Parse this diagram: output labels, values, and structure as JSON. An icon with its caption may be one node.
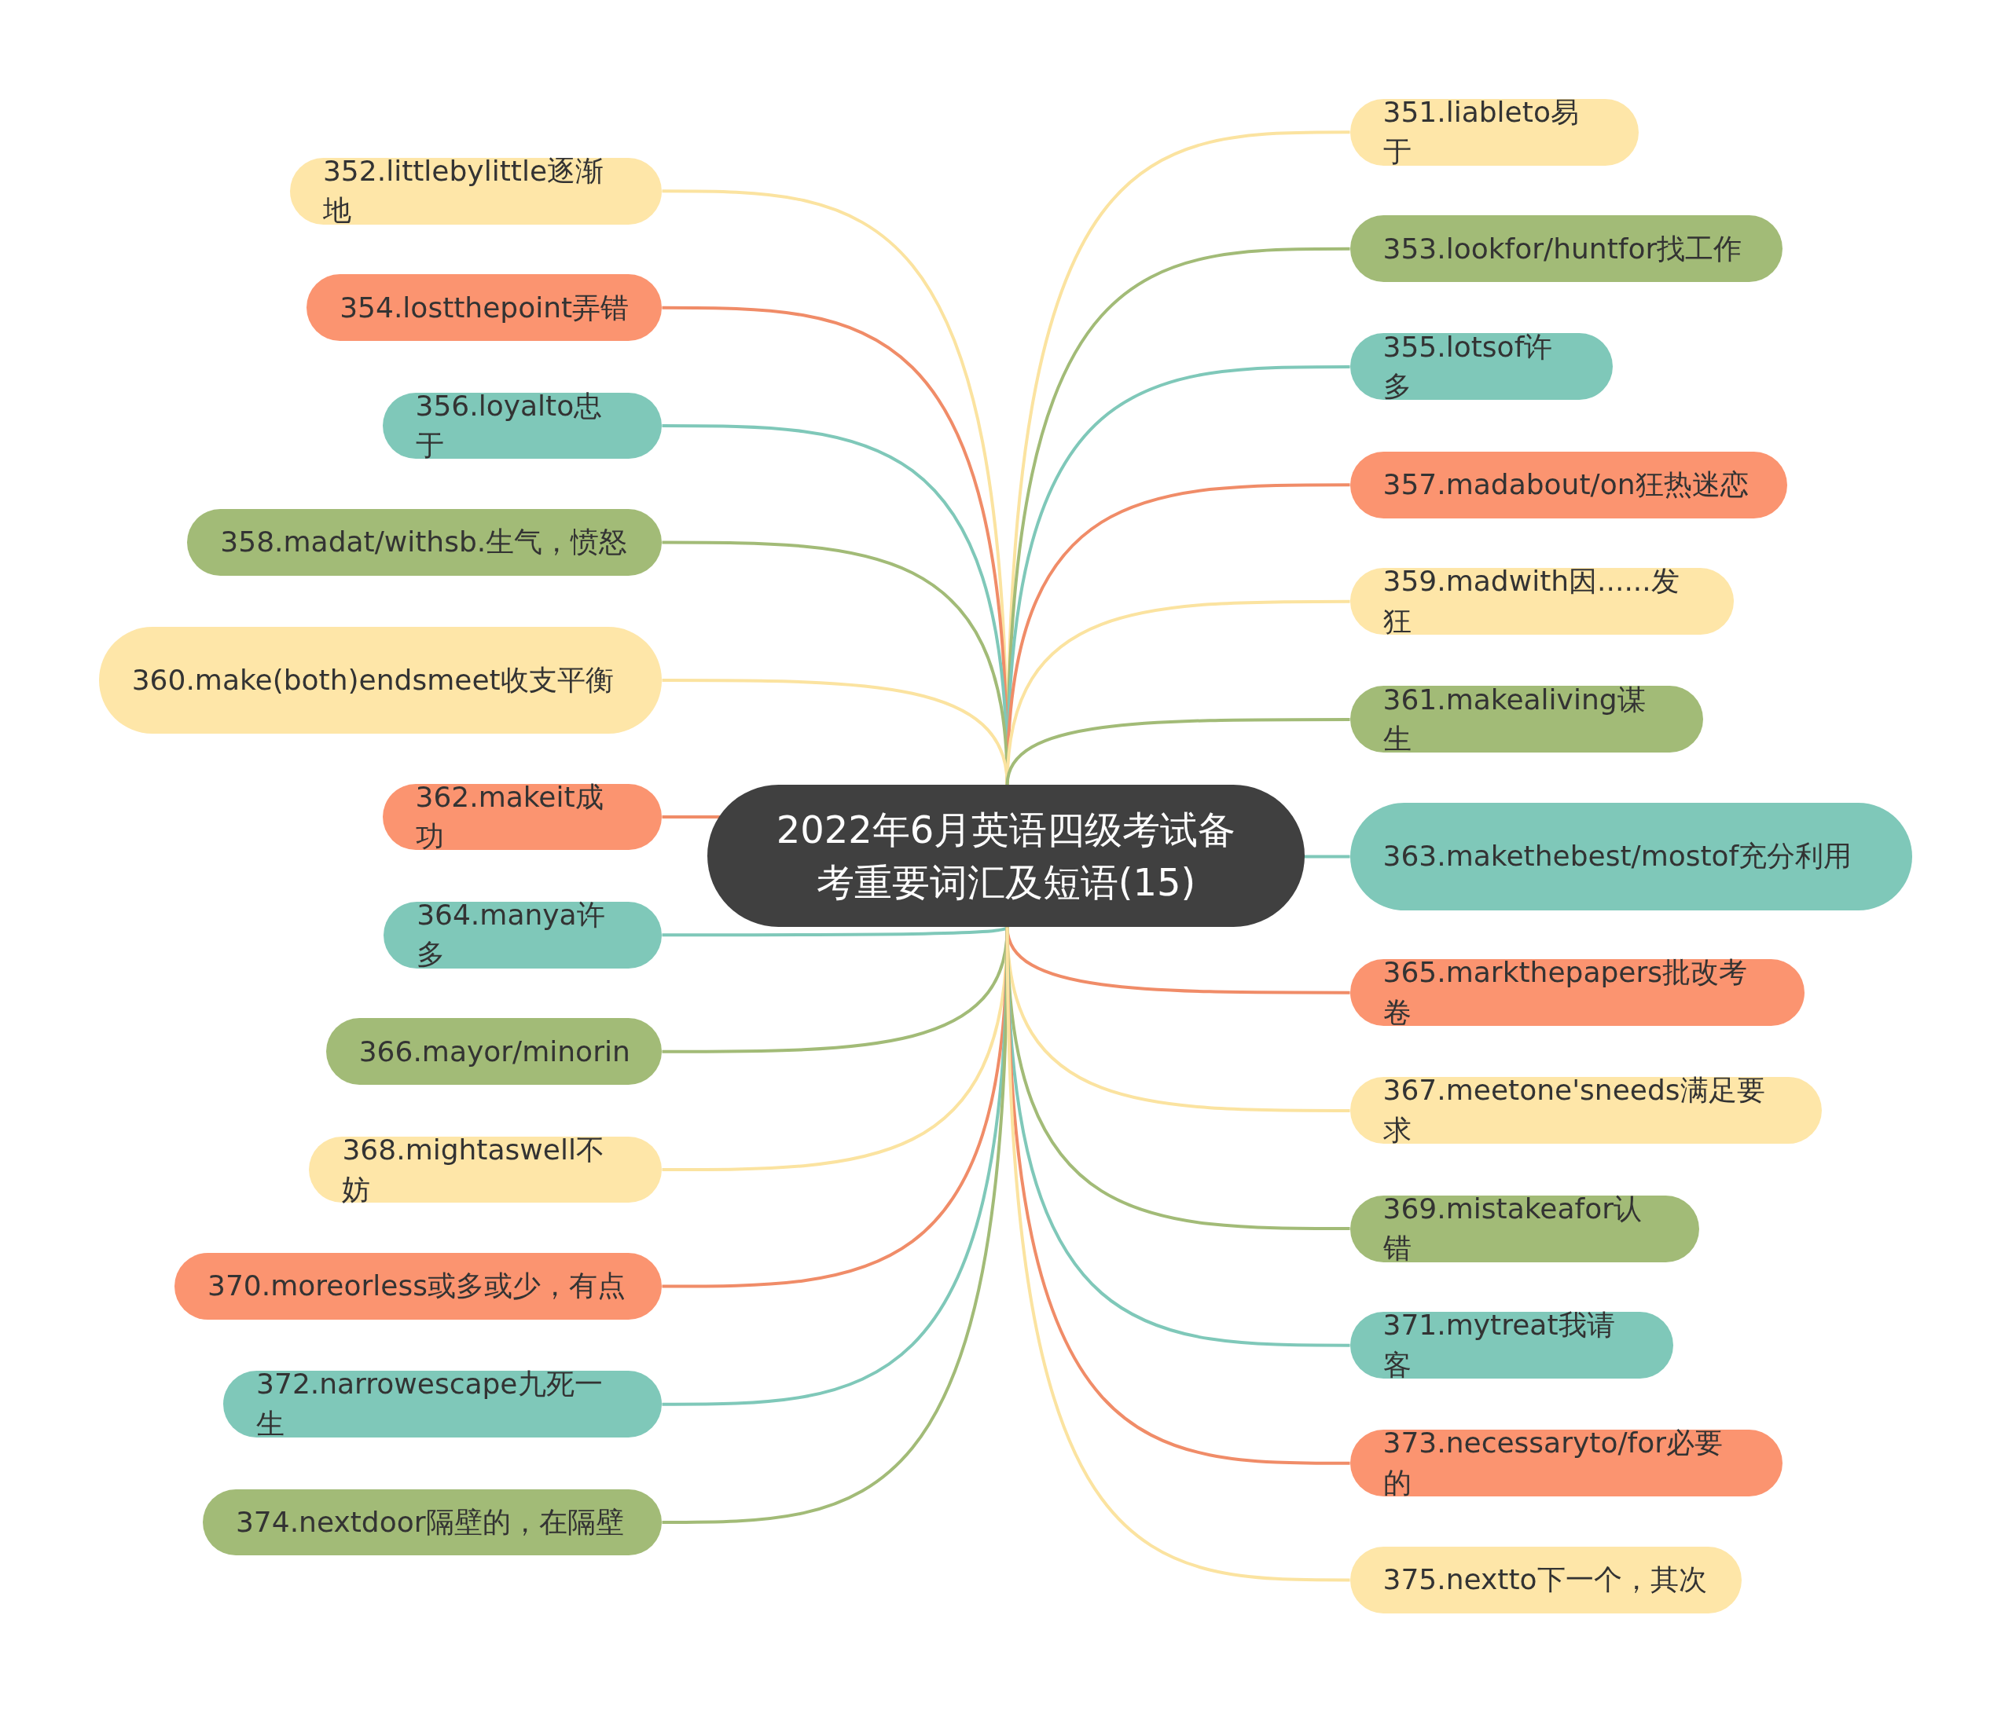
{
  "diagram": {
    "nodes": [
      {
        "text": [
          "2022年6月英语四级考试备考重要词汇及短语(15)"
        ]
      },
      {
        "text": [
          "351.liableto易于"
        ]
      },
      {
        "text": [
          "352.littlebylittle逐渐地"
        ]
      },
      {
        "text": [
          "353.lookfor/huntfor找工作"
        ]
      },
      {
        "text": [
          "354.lostthepoint弄错"
        ]
      },
      {
        "text": [
          "355.lotsof许多"
        ]
      },
      {
        "text": [
          "356.loyalto忠于"
        ]
      },
      {
        "text": [
          "357.madabout/on狂热迷恋"
        ]
      },
      {
        "text": [
          "358.madat/withsb.生气，愤怒"
        ]
      },
      {
        "text": [
          "359.madwith因......发狂"
        ]
      },
      {
        "text": [
          "360.make(both)endsmeet收支平衡"
        ]
      },
      {
        "text": [
          "361.makealiving谋生"
        ]
      },
      {
        "text": [
          "362.makeit成功"
        ]
      },
      {
        "text": [
          "363.makethebest/mostof充分利用"
        ]
      },
      {
        "text": [
          "364.manya许多"
        ]
      },
      {
        "text": [
          "365.markthepapers批改考卷"
        ]
      },
      {
        "text": [
          "366.mayor/minorin"
        ]
      },
      {
        "text": [
          "367.meetone'sneeds满足要求"
        ]
      },
      {
        "text": [
          "368.mightaswell不妨"
        ]
      },
      {
        "text": [
          "369.mistakeafor认错"
        ]
      },
      {
        "text": [
          "370.moreorless或多或少，有点"
        ]
      },
      {
        "text": [
          "371.mytreat我请客"
        ]
      },
      {
        "text": [
          "372.narrowescape九死一生"
        ]
      },
      {
        "text": [
          "373.necessaryto/for必要的"
        ]
      },
      {
        "text": [
          "374.nextdoor隔壁的，在隔壁"
        ]
      },
      {
        "text": [
          "375.nextto下一个，其次"
        ]
      }
    ],
    "edges": [
      {
        "from": 0,
        "to": 1,
        "arrow": "none",
        "color": "#fbe3a0"
      },
      {
        "from": 0,
        "to": 2,
        "arrow": "none",
        "color": "#fbe3a0"
      },
      {
        "from": 0,
        "to": 3,
        "arrow": "none",
        "color": "#a2bb77"
      },
      {
        "from": 0,
        "to": 4,
        "arrow": "none",
        "color": "#f08c68"
      },
      {
        "from": 0,
        "to": 5,
        "arrow": "none",
        "color": "#7fc8b9"
      },
      {
        "from": 0,
        "to": 6,
        "arrow": "none",
        "color": "#7fc8b9"
      },
      {
        "from": 0,
        "to": 7,
        "arrow": "none",
        "color": "#f08c68"
      },
      {
        "from": 0,
        "to": 8,
        "arrow": "none",
        "color": "#a2bb77"
      },
      {
        "from": 0,
        "to": 9,
        "arrow": "none",
        "color": "#fbe3a0"
      },
      {
        "from": 0,
        "to": 10,
        "arrow": "none",
        "color": "#fbe3a0"
      },
      {
        "from": 0,
        "to": 11,
        "arrow": "none",
        "color": "#a2bb77"
      },
      {
        "from": 0,
        "to": 12,
        "arrow": "none",
        "color": "#f08c68"
      },
      {
        "from": 0,
        "to": 13,
        "arrow": "none",
        "color": "#7fc8b9"
      },
      {
        "from": 0,
        "to": 14,
        "arrow": "none",
        "color": "#7fc8b9"
      },
      {
        "from": 0,
        "to": 15,
        "arrow": "none",
        "color": "#f08c68"
      },
      {
        "from": 0,
        "to": 16,
        "arrow": "none",
        "color": "#a2bb77"
      },
      {
        "from": 0,
        "to": 17,
        "arrow": "none",
        "color": "#fbe3a0"
      },
      {
        "from": 0,
        "to": 18,
        "arrow": "none",
        "color": "#fbe3a0"
      },
      {
        "from": 0,
        "to": 19,
        "arrow": "none",
        "color": "#a2bb77"
      },
      {
        "from": 0,
        "to": 20,
        "arrow": "none",
        "color": "#f08c68"
      },
      {
        "from": 0,
        "to": 21,
        "arrow": "none",
        "color": "#7fc8b9"
      },
      {
        "from": 0,
        "to": 22,
        "arrow": "none",
        "color": "#7fc8b9"
      },
      {
        "from": 0,
        "to": 23,
        "arrow": "none",
        "color": "#f08c68"
      },
      {
        "from": 0,
        "to": 24,
        "arrow": "none",
        "color": "#a2bb77"
      },
      {
        "from": 0,
        "to": 25,
        "arrow": "none",
        "color": "#fbe3a0"
      }
    ]
  }
}
